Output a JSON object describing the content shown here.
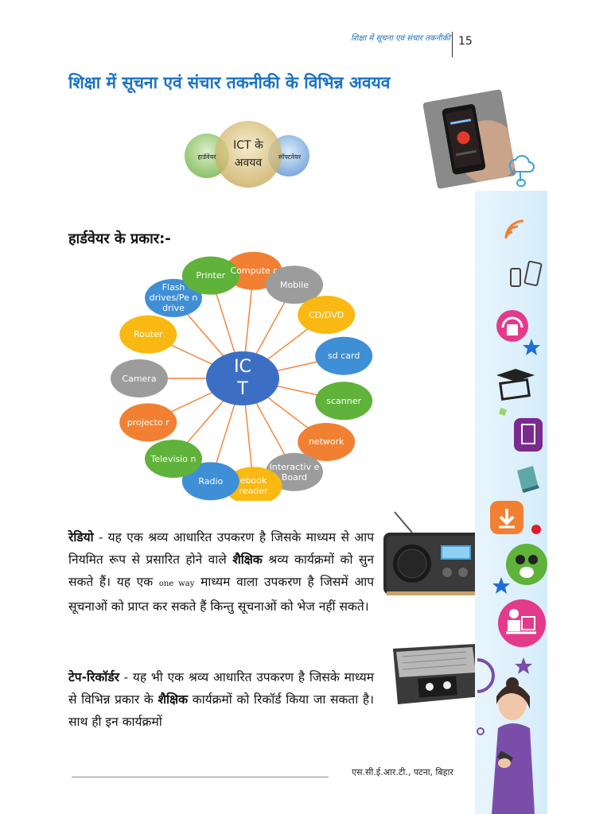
{
  "header": {
    "running_title": "शिक्षा में सूचना एवं संचार तकनीकी",
    "page_number": "15"
  },
  "title": "शिक्षा में सूचना एवं संचार तकनीकी के विभिन्न अवयव",
  "venn": {
    "center": "ICT के अवयव",
    "left": "हार्डवेयर",
    "right": "सॉफ्टवेयर"
  },
  "hardware_heading": "हार्डवेयर के प्रकार:-",
  "hub": {
    "label": "IC T",
    "color": "#3c6fc4"
  },
  "nodes": [
    {
      "label": "Compute r",
      "color": "#f28033"
    },
    {
      "label": "Mobile",
      "color": "#9c9c9c"
    },
    {
      "label": "CD/DVD",
      "color": "#f9b812"
    },
    {
      "label": "sd card",
      "color": "#3f8fd6"
    },
    {
      "label": "scanner",
      "color": "#5fb23a"
    },
    {
      "label": "network",
      "color": "#f28033"
    },
    {
      "label": "Interactiv e Board",
      "color": "#9c9c9c"
    },
    {
      "label": "ebook reader",
      "color": "#f9b812"
    },
    {
      "label": "Radio",
      "color": "#3f8fd6"
    },
    {
      "label": "Televisio n",
      "color": "#5fb23a"
    },
    {
      "label": "projecto r",
      "color": "#f28033"
    },
    {
      "label": "Camera",
      "color": "#9c9c9c"
    },
    {
      "label": "Router",
      "color": "#f9b812"
    },
    {
      "label": "Flash drives/Pe n drive",
      "color": "#3f8fd6"
    },
    {
      "label": "Printer",
      "color": "#5fb23a"
    }
  ],
  "radio_para": {
    "term": "रेडियो",
    "text1": " - यह एक श्रव्य आधारित उपकरण है जिसके माध्यम से आप नियमित रूप से प्रसारित होने वाले ",
    "bold": "शैक्षिक",
    "text2": " श्रव्य कार्यक्रमों को सुन सकते हैं। यह एक ",
    "en1": "one way",
    "text3": " माध्यम वाला उपकरण है जिसमें आप सूचनाओं को प्राप्त कर सकते हैं किन्तु सूचनाओं को भेज नहीं सकते।"
  },
  "tape_para": {
    "term": "टेप-रिकॉर्डर",
    "text1": " - यह भी एक श्रव्य आधारित उपकरण है जिसके माध्यम से विभिन्न प्रकार के ",
    "bold": "शैक्षिक",
    "text2": " कार्यक्रमों को रिकॉर्ड किया जा सकता है। साथ ही इन कार्यक्रमों"
  },
  "footer": "एस.सी.ई.आर.टी., पटना, बिहार",
  "colors": {
    "title": "#1a73c4",
    "strip": "#d5ecfa"
  }
}
